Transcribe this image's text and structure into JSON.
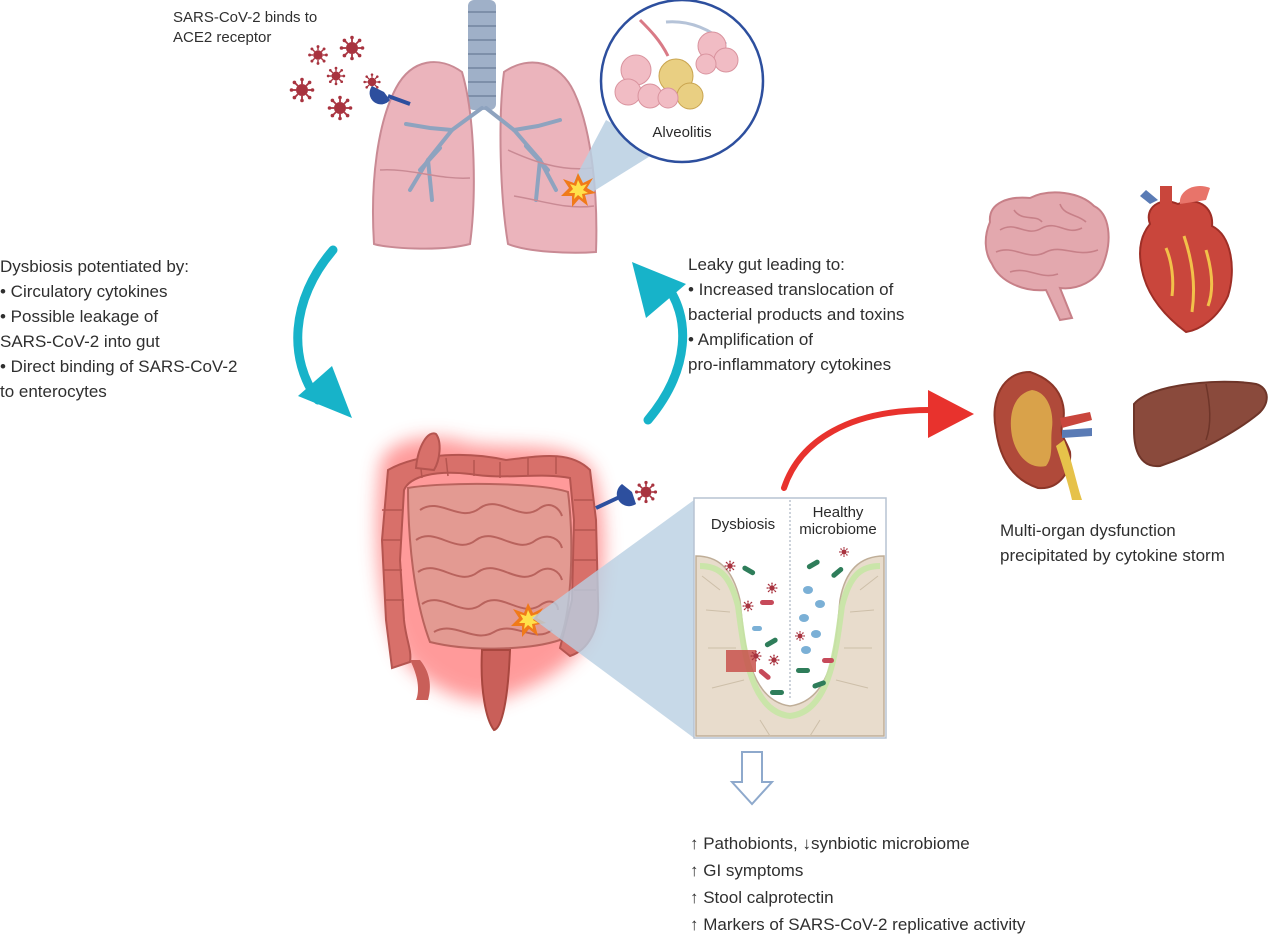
{
  "labels": {
    "sars_binds": [
      "SARS-CoV-2 binds to",
      "ACE2 receptor"
    ],
    "alveolitis": "Alveolitis",
    "dysbiosis_potentiated": [
      "Dysbiosis potentiated by:",
      "• Circulatory cytokines",
      "• Possible leakage of",
      "SARS-CoV-2 into gut",
      "• Direct binding of SARS-CoV-2",
      "to enterocytes"
    ],
    "leaky_gut": [
      "Leaky gut leading to:",
      "• Increased translocation of",
      "bacterial products and toxins",
      "• Amplification of",
      "pro-inflammatory cytokines"
    ],
    "inset_dysbiosis": "Dysbiosis",
    "inset_healthy": [
      "Healthy",
      "microbiome"
    ],
    "multi_organ": [
      "Multi-organ dysfunction",
      "precipitated by cytokine storm"
    ],
    "outcomes": [
      "↑ Pathobionts, ↓synbiotic microbiome",
      "↑ GI symptoms",
      "↑ Stool calprotectin",
      "↑ Markers of SARS-CoV-2 replicative activity"
    ]
  },
  "colors": {
    "cyan_arrow": "#17b3c9",
    "red_arrow": "#e8322d",
    "lung": "#eab3bb",
    "intestine": "#d8706a",
    "inflammation_glow": "#ff3b3b",
    "zoom_cone": "#b9cfe2",
    "virus": "#a8333f",
    "receptor": "#2d4f9e"
  },
  "icons": [
    "lungs",
    "trachea",
    "virus-particle",
    "ace2-receptor",
    "alveoli-zoom",
    "intestines",
    "inflammation-burst",
    "gut-villus-inset",
    "brain",
    "heart",
    "kidney",
    "liver",
    "hollow-down-arrow"
  ]
}
